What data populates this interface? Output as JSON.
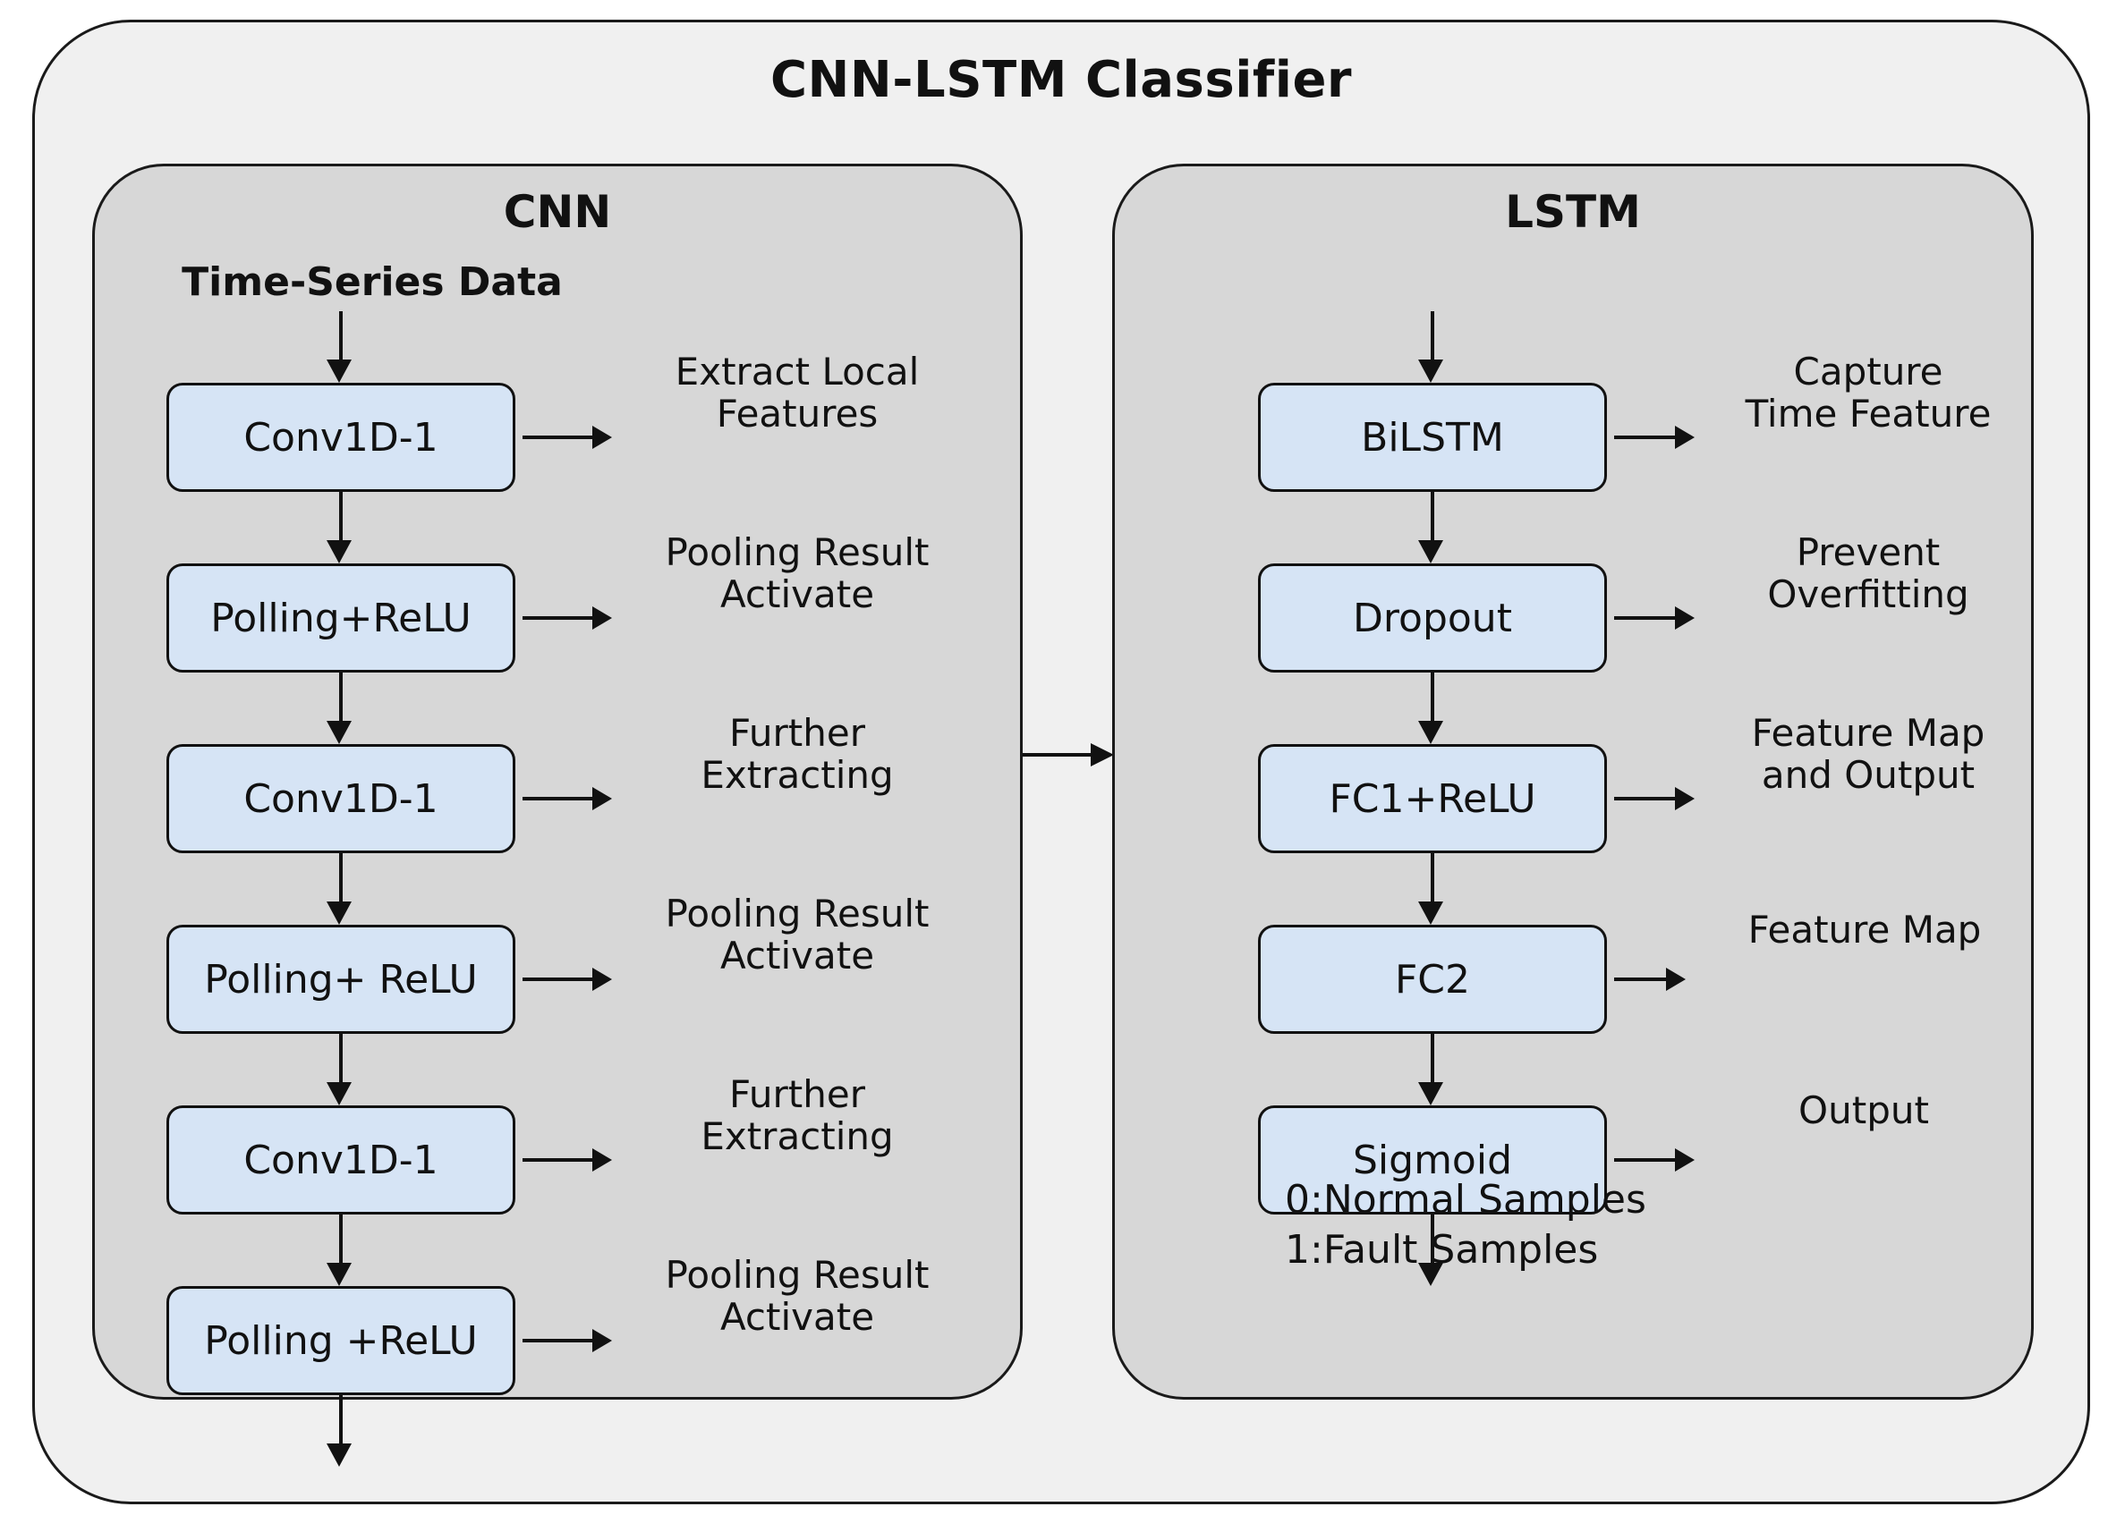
{
  "title": "CNN-LSTM Classifier",
  "colors": {
    "outer_background": "#f0f0f0",
    "panel_background": "#d7d7d7",
    "block_fill": "#d6e4f5",
    "stroke": "#111111"
  },
  "panels": {
    "cnn": {
      "title": "CNN",
      "input_caption": "Time-Series Data",
      "steps": [
        {
          "block": "Conv1D-1",
          "note": "Extract Local\nFeatures"
        },
        {
          "block": "Polling+ReLU",
          "note": "Pooling Result\nActivate"
        },
        {
          "block": "Conv1D-1",
          "note": "Further\nExtracting"
        },
        {
          "block": "Polling+ ReLU",
          "note": "Pooling Result\nActivate"
        },
        {
          "block": "Conv1D-1",
          "note": "Further\nExtracting"
        },
        {
          "block": "Polling +ReLU",
          "note": "Pooling Result\nActivate"
        }
      ]
    },
    "lstm": {
      "title": "LSTM",
      "steps": [
        {
          "block": "BiLSTM",
          "note": "Capture\nTime Feature"
        },
        {
          "block": "Dropout",
          "note": "Prevent\nOverfitting"
        },
        {
          "block": "FC1+ReLU",
          "note": "Feature Map\nand Output"
        },
        {
          "block": "FC2",
          "note": "Feature Map"
        },
        {
          "block": "Sigmoid",
          "note": "Output"
        }
      ],
      "output_labels": [
        "0:Normal Samples",
        "1:Fault Samples"
      ]
    }
  }
}
